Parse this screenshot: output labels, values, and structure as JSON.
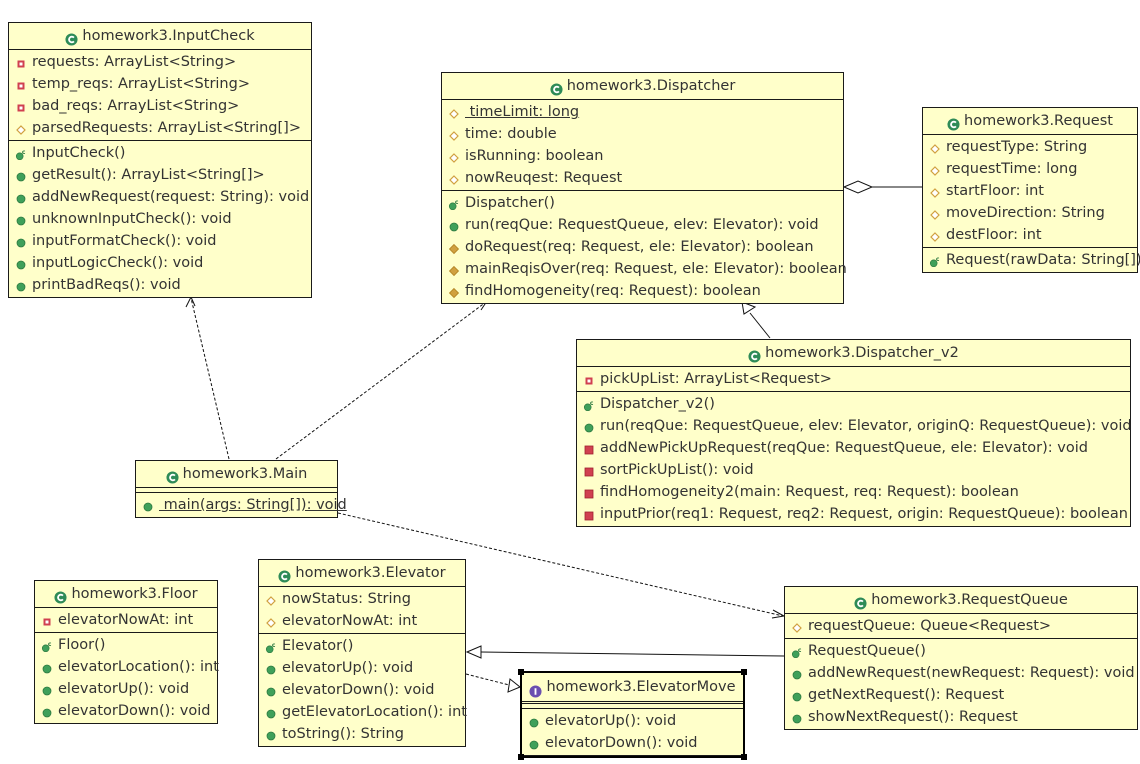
{
  "diagram": {
    "title": "homework3 UML class diagram",
    "colors": {
      "box_fill": "#ffffca",
      "border": "#1a1a1a",
      "class_icon": "#2e8b57",
      "interface_icon": "#6a4fb0",
      "public_icon": "#3fa05a",
      "private_icon": "#d04050",
      "protected_icon": "#d0a040"
    },
    "classes": {
      "inputcheck": {
        "name": "homework3.InputCheck",
        "kind": "class",
        "attributes": [
          {
            "vis": "private",
            "text": "requests: ArrayList<String>"
          },
          {
            "vis": "private",
            "text": "temp_reqs: ArrayList<String>"
          },
          {
            "vis": "private",
            "text": "bad_reqs: ArrayList<String>"
          },
          {
            "vis": "protected",
            "text": "parsedRequests: ArrayList<String[]>"
          }
        ],
        "methods": [
          {
            "vis": "constructor",
            "text": "InputCheck()"
          },
          {
            "vis": "public",
            "text": "getResult(): ArrayList<String[]>"
          },
          {
            "vis": "public",
            "text": "addNewRequest(request: String): void"
          },
          {
            "vis": "public",
            "text": "unknownInputCheck(): void"
          },
          {
            "vis": "public",
            "text": "inputFormatCheck(): void"
          },
          {
            "vis": "public",
            "text": "inputLogicCheck(): void"
          },
          {
            "vis": "public",
            "text": "printBadReqs(): void"
          }
        ]
      },
      "dispatcher": {
        "name": "homework3.Dispatcher",
        "kind": "class",
        "attributes": [
          {
            "vis": "protected",
            "text": " timeLimit: long",
            "static": true
          },
          {
            "vis": "protected",
            "text": "time: double"
          },
          {
            "vis": "protected",
            "text": "isRunning: boolean"
          },
          {
            "vis": "protected",
            "text": "nowReuqest: Request"
          }
        ],
        "methods": [
          {
            "vis": "constructor",
            "text": "Dispatcher()"
          },
          {
            "vis": "public",
            "text": "run(reqQue: RequestQueue, elev: Elevator): void"
          },
          {
            "vis": "protected-m",
            "text": "doRequest(req: Request, ele: Elevator): boolean"
          },
          {
            "vis": "protected-m",
            "text": "mainReqisOver(req: Request, ele: Elevator): boolean"
          },
          {
            "vis": "protected-m",
            "text": "findHomogeneity(req: Request): boolean"
          }
        ]
      },
      "request": {
        "name": "homework3.Request",
        "kind": "class",
        "attributes": [
          {
            "vis": "protected",
            "text": "requestType: String"
          },
          {
            "vis": "protected",
            "text": "requestTime: long"
          },
          {
            "vis": "protected",
            "text": "startFloor: int"
          },
          {
            "vis": "protected",
            "text": "moveDirection: String"
          },
          {
            "vis": "protected",
            "text": "destFloor: int"
          }
        ],
        "methods": [
          {
            "vis": "constructor",
            "text": "Request(rawData: String[])"
          }
        ]
      },
      "dispatcher_v2": {
        "name": "homework3.Dispatcher_v2",
        "kind": "class",
        "attributes": [
          {
            "vis": "private",
            "text": "pickUpList: ArrayList<Request>"
          }
        ],
        "methods": [
          {
            "vis": "constructor",
            "text": "Dispatcher_v2()"
          },
          {
            "vis": "public",
            "text": "run(reqQue: RequestQueue, elev: Elevator, originQ: RequestQueue): void"
          },
          {
            "vis": "private-m",
            "text": "addNewPickUpRequest(reqQue: RequestQueue, ele: Elevator): void"
          },
          {
            "vis": "private-m",
            "text": "sortPickUpList(): void"
          },
          {
            "vis": "private-m",
            "text": "findHomogeneity2(main: Request, req: Request): boolean"
          },
          {
            "vis": "private-m",
            "text": "inputPrior(req1: Request, req2: Request, origin: RequestQueue): boolean"
          }
        ]
      },
      "main": {
        "name": "homework3.Main",
        "kind": "class",
        "attributes": [],
        "methods": [
          {
            "vis": "public",
            "text": " main(args: String[]): void",
            "static": true
          }
        ]
      },
      "floor": {
        "name": "homework3.Floor",
        "kind": "class",
        "attributes": [
          {
            "vis": "private",
            "text": "elevatorNowAt: int"
          }
        ],
        "methods": [
          {
            "vis": "constructor",
            "text": "Floor()"
          },
          {
            "vis": "public",
            "text": "elevatorLocation(): int"
          },
          {
            "vis": "public",
            "text": "elevatorUp(): void"
          },
          {
            "vis": "public",
            "text": "elevatorDown(): void"
          }
        ]
      },
      "elevator": {
        "name": "homework3.Elevator",
        "kind": "class",
        "attributes": [
          {
            "vis": "protected",
            "text": "nowStatus: String"
          },
          {
            "vis": "protected",
            "text": "elevatorNowAt: int"
          }
        ],
        "methods": [
          {
            "vis": "constructor",
            "text": "Elevator()"
          },
          {
            "vis": "public",
            "text": "elevatorUp(): void"
          },
          {
            "vis": "public",
            "text": "elevatorDown(): void"
          },
          {
            "vis": "public",
            "text": "getElevatorLocation(): int"
          },
          {
            "vis": "public",
            "text": "toString(): String"
          }
        ]
      },
      "elevatormove": {
        "name": "homework3.ElevatorMove",
        "kind": "interface",
        "attributes": [],
        "methods": [
          {
            "vis": "public",
            "text": "elevatorUp(): void"
          },
          {
            "vis": "public",
            "text": "elevatorDown(): void"
          }
        ]
      },
      "requestqueue": {
        "name": "homework3.RequestQueue",
        "kind": "class",
        "attributes": [
          {
            "vis": "protected",
            "text": "requestQueue: Queue<Request>"
          }
        ],
        "methods": [
          {
            "vis": "constructor",
            "text": "RequestQueue()"
          },
          {
            "vis": "public",
            "text": "addNewRequest(newRequest: Request): void"
          },
          {
            "vis": "public",
            "text": "getNextRequest(): Request"
          },
          {
            "vis": "public",
            "text": "showNextRequest(): Request"
          }
        ]
      }
    },
    "relationships": [
      {
        "from": "main",
        "to": "inputcheck",
        "type": "dependency"
      },
      {
        "from": "main",
        "to": "dispatcher",
        "type": "dependency"
      },
      {
        "from": "main",
        "to": "requestqueue",
        "type": "dependency"
      },
      {
        "from": "dispatcher_v2",
        "to": "dispatcher",
        "type": "generalization"
      },
      {
        "from": "dispatcher",
        "to": "request",
        "type": "aggregation"
      },
      {
        "from": "requestqueue",
        "to": "elevator",
        "type": "generalization"
      },
      {
        "from": "elevator",
        "to": "elevatormove",
        "type": "realization"
      }
    ]
  }
}
